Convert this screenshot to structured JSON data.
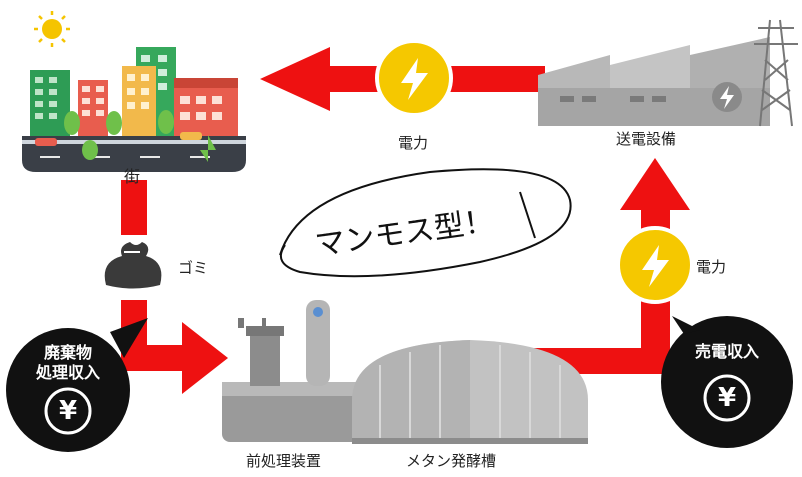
{
  "labels": {
    "city": "街",
    "garbage": "ゴミ",
    "power_top": "電力",
    "power_right": "電力",
    "transmission": "送電設備",
    "pretreatment": "前処理装置",
    "methane_tank": "メタン発酵槽",
    "handwritten": "マンモス型！"
  },
  "bubbles": {
    "waste_income": [
      "廃棄物",
      "処理収入"
    ],
    "sales_income": "売電収入",
    "yen_symbol": "¥"
  },
  "colors": {
    "arrow": "#ee1111",
    "bolt_circle": "#f5c800",
    "bubble": "#111111",
    "machine": "#a8a8a8"
  }
}
